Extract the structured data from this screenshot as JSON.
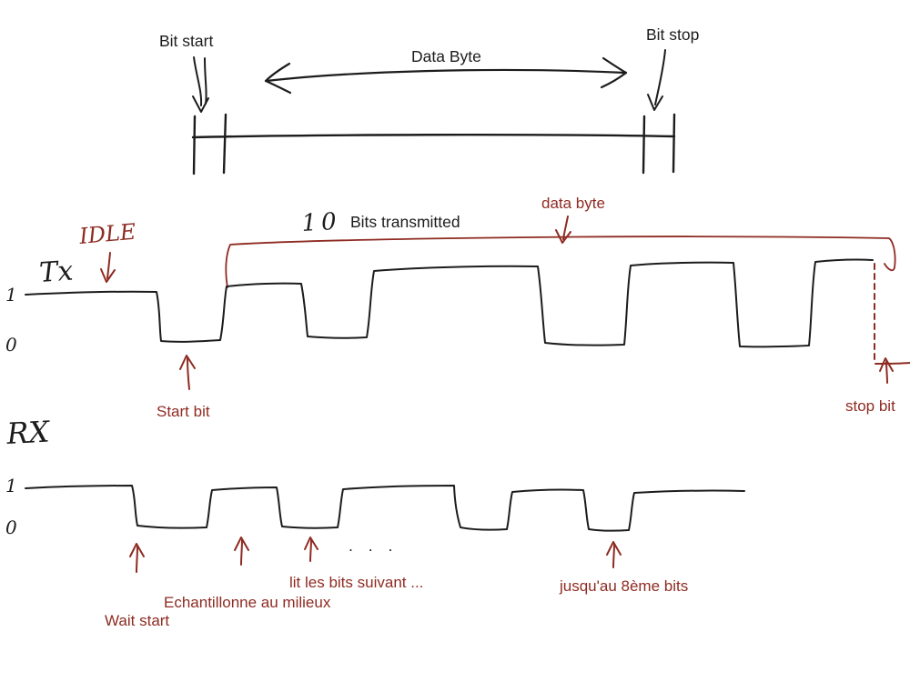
{
  "colors": {
    "ink": "#1c1c1c",
    "accent": "#8e2b22"
  },
  "top": {
    "bit_start": "Bit start",
    "data_byte": "Data Byte",
    "bit_stop": "Bit stop"
  },
  "tx": {
    "idle": "IDLE",
    "label": "Tx",
    "level_one": "1",
    "level_zero": "0",
    "ten": "10",
    "bits_transmitted": "Bits transmitted",
    "data_byte": "data byte",
    "start_bit": "Start bit",
    "stop_bit": "stop bit"
  },
  "rx": {
    "label": "RX",
    "level_one": "1",
    "level_zero": "0",
    "ellipsis": ". . .",
    "wait_start": "Wait start",
    "sample_middle": "Echantillonne au milieux",
    "read_next": "lit les bits suivant ...",
    "until_eighth": "jusqu'au 8ème bits"
  }
}
